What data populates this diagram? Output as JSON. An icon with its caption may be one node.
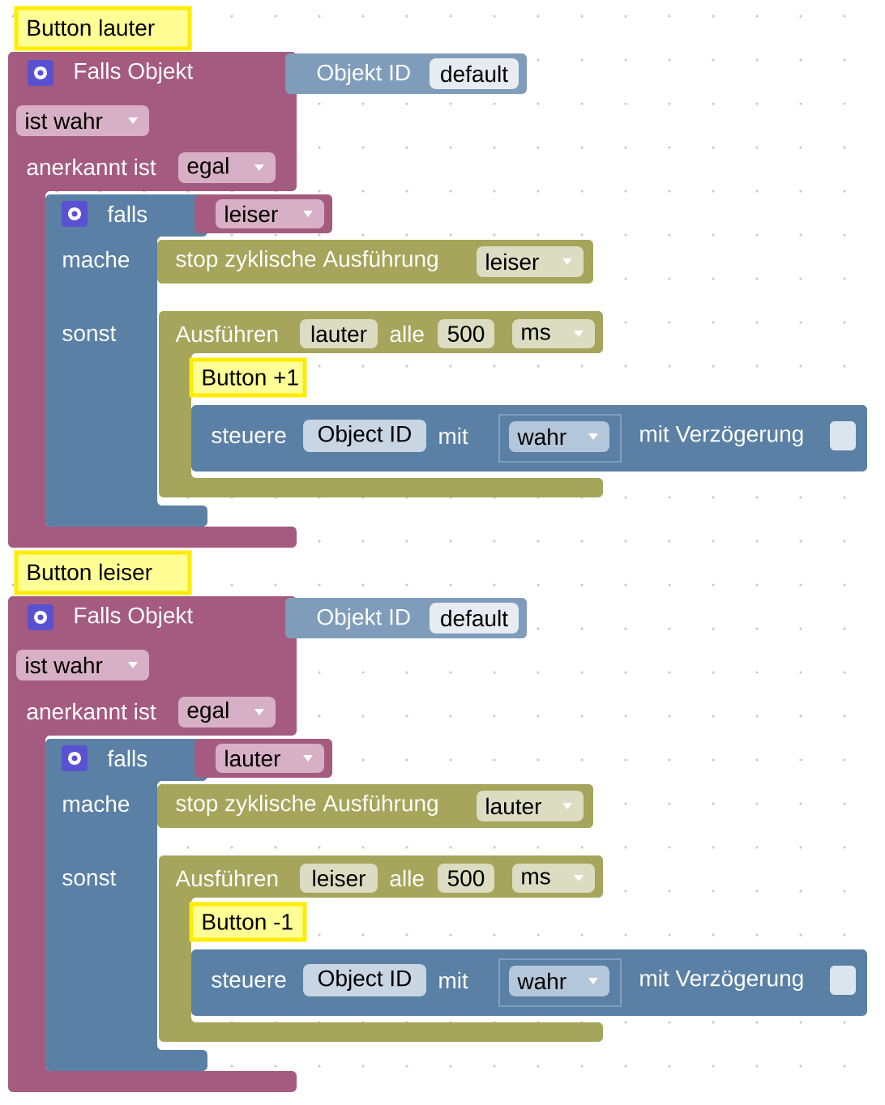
{
  "diagram": {
    "nodes": [
      {
        "text": [
          "Button lauter"
        ]
      },
      {
        "text": [
          "Falls Objekt",
          "anerkannt ist"
        ]
      },
      {
        "text": [
          "Objekt ID"
        ]
      },
      {
        "text": [
          "default"
        ],
        "in": 2
      },
      {
        "text": [
          "ist wahr"
        ],
        "in": 1
      },
      {
        "text": [
          "egal"
        ],
        "in": 1
      },
      {
        "text": [
          "falls",
          "mache",
          "sonst"
        ],
        "in": 1
      },
      {
        "text": [
          "leiser"
        ]
      },
      {
        "text": [
          "stop zyklische Ausführung"
        ]
      },
      {
        "text": [
          "leiser"
        ],
        "in": 8
      },
      {
        "text": [
          "Ausführen",
          "alle"
        ]
      },
      {
        "text": [
          "lauter"
        ],
        "in": 10
      },
      {
        "text": [
          "500"
        ],
        "in": 10
      },
      {
        "text": [
          "ms"
        ],
        "in": 10
      },
      {
        "text": [
          "Button +1"
        ],
        "in": 10
      },
      {
        "text": [
          "steuere",
          "mit",
          "mit Verzögerung"
        ]
      },
      {
        "text": [
          "Object ID"
        ],
        "in": 15
      },
      {
        "text": [
          "wahr"
        ],
        "in": 15
      },
      {
        "text": [],
        "shape": "box",
        "in": 15
      },
      {
        "text": [
          "Button leiser"
        ]
      },
      {
        "text": [
          "Falls Objekt",
          "anerkannt ist"
        ]
      },
      {
        "text": [
          "Objekt ID"
        ]
      },
      {
        "text": [
          "default"
        ],
        "in": 21
      },
      {
        "text": [
          "ist wahr"
        ],
        "in": 20
      },
      {
        "text": [
          "egal"
        ],
        "in": 20
      },
      {
        "text": [
          "falls",
          "mache",
          "sonst"
        ],
        "in": 20
      },
      {
        "text": [
          "lauter"
        ]
      },
      {
        "text": [
          "stop zyklische Ausführung"
        ]
      },
      {
        "text": [
          "lauter"
        ],
        "in": 27
      },
      {
        "text": [
          "Ausführen",
          "alle"
        ]
      },
      {
        "text": [
          "leiser"
        ],
        "in": 29
      },
      {
        "text": [
          "500"
        ],
        "in": 29
      },
      {
        "text": [
          "ms"
        ],
        "in": 29
      },
      {
        "text": [
          "Button -1"
        ],
        "in": 29
      },
      {
        "text": [
          "steuere",
          "mit",
          "mit Verzögerung"
        ]
      },
      {
        "text": [
          "Object ID"
        ],
        "in": 34
      },
      {
        "text": [
          "wahr"
        ],
        "in": 34
      },
      {
        "text": [],
        "shape": "box",
        "in": 34
      }
    ]
  }
}
